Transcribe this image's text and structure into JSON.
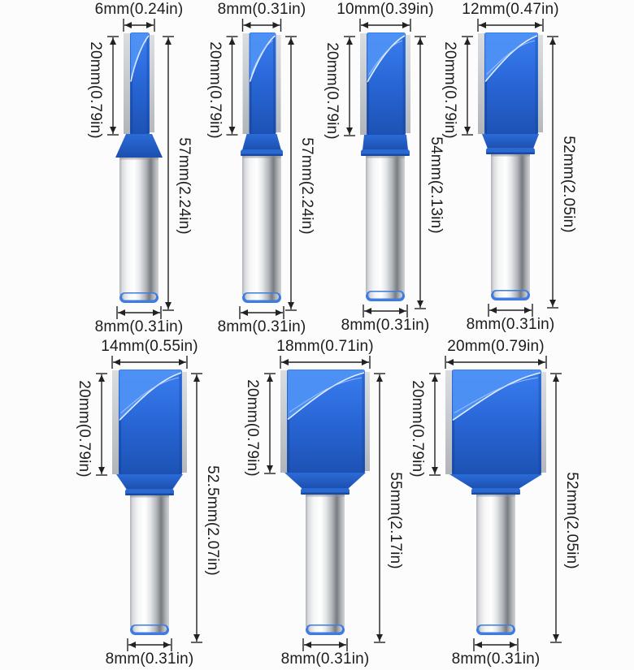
{
  "diagram": {
    "subject": "straight router bit dimension diagram",
    "rows": 2,
    "bit_count": 7
  },
  "bits": [
    {
      "diameter": "6mm(0.24in)",
      "cut_length": "20mm(0.79in)",
      "total_length": "57mm(2.24in)",
      "shank_diameter": "8mm(0.31in)"
    },
    {
      "diameter": "8mm(0.31in)",
      "cut_length": "20mm(0.79in)",
      "total_length": "57mm(2.24in)",
      "shank_diameter": "8mm(0.31in)"
    },
    {
      "diameter": "10mm(0.39in)",
      "cut_length": "20mm(0.79in)",
      "total_length": "54mm(2.13in)",
      "shank_diameter": "8mm(0.31in)"
    },
    {
      "diameter": "12mm(0.47in)",
      "cut_length": "20mm(0.79in)",
      "total_length": "52mm(2.05in)",
      "shank_diameter": "8mm(0.31in)"
    },
    {
      "diameter": "14mm(0.55in)",
      "cut_length": "20mm(0.79in)",
      "total_length": "52.5mm(2.07in)",
      "shank_diameter": "8mm(0.31in)"
    },
    {
      "diameter": "18mm(0.71in)",
      "cut_length": "20mm(0.79in)",
      "total_length": "55mm(2.17in)",
      "shank_diameter": "8mm(0.31in)"
    },
    {
      "diameter": "20mm(0.79in)",
      "cut_length": "20mm(0.79in)",
      "total_length": "52mm(2.05in)",
      "shank_diameter": "8mm(0.31in)"
    }
  ],
  "colors": {
    "background": "#fcfcfc",
    "body_blue": "#2a6ade",
    "flute_blue_light": "#4f93f5",
    "blue_dark": "#1d52b4",
    "carbide_gray": "#c4c8cc",
    "chrome_highlight": "#ffffff",
    "chrome_shadow": "#83878b",
    "shank_tip_blue": "#3e7ce2",
    "dimension_ink": "#222222"
  }
}
